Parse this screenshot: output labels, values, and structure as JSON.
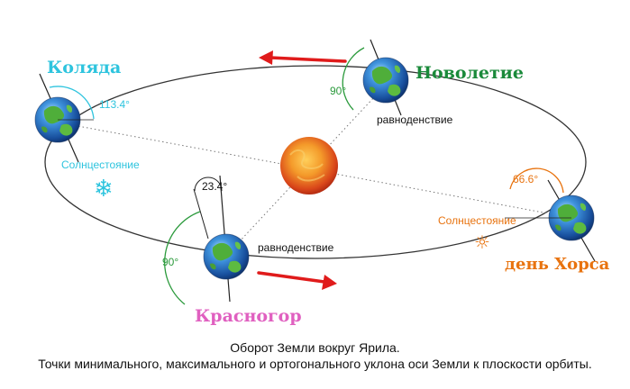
{
  "positions": {
    "kolyada": {
      "name": "Колядa",
      "angle": "113.4°",
      "label": "Солнцестояние",
      "symbol": "❄"
    },
    "novoletie": {
      "name": "Новолетие",
      "angle": "90°",
      "label": "равноденствие"
    },
    "khors": {
      "name": "день Хорса",
      "angle": "66.6°",
      "label": "Солнцестояние",
      "symbol": "☼"
    },
    "krasnogor": {
      "name": "Красногор",
      "angle_tilt": "23.4°",
      "angle": "90°",
      "label": "равноденствие"
    }
  },
  "caption": {
    "line1": "Оборот Земли вокруг Ярила.",
    "line2": "Точки минимального, максимального и ортогонального уклона оси Земли к плоскости орбиты."
  },
  "colors": {
    "kolyada": "#2ec4de",
    "novoletie": "#1a8a3a",
    "khors": "#e8730f",
    "krasnogor": "#e060c0",
    "angle_green": "#2b9a3c",
    "arrow": "#e01b1b",
    "orbit": "#333333"
  }
}
